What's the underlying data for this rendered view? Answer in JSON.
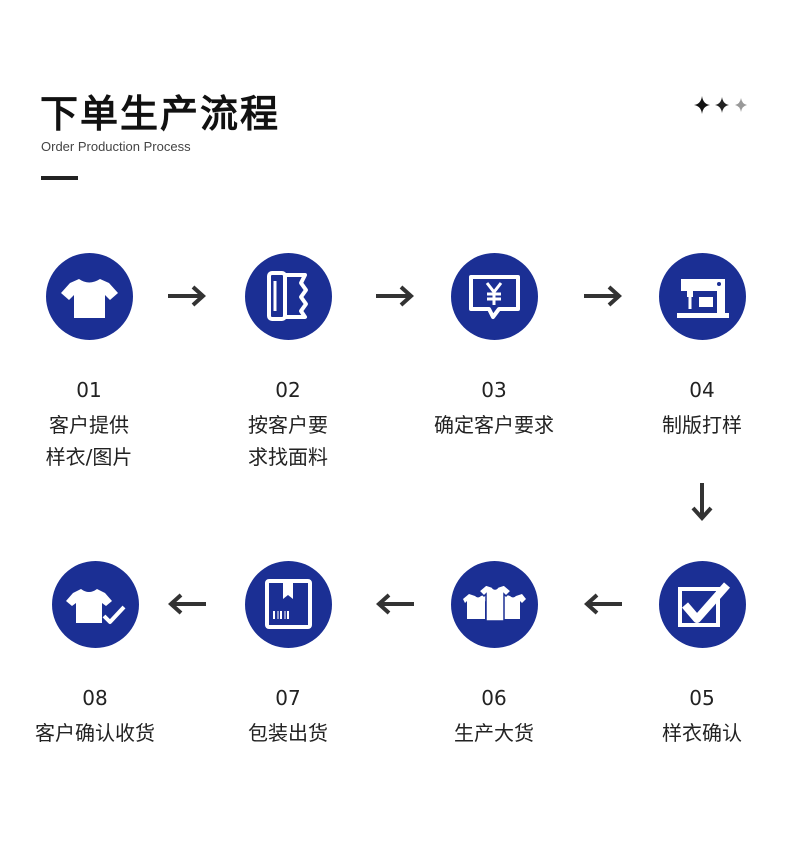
{
  "header": {
    "title": "下单生产流程",
    "subtitle": "Order Production Process"
  },
  "colors": {
    "accent": "#1b2f94",
    "arrow": "#333333"
  },
  "steps": [
    {
      "number": "01",
      "lines": [
        "客户提供",
        "样衣/图片"
      ],
      "icon": "tshirt-icon"
    },
    {
      "number": "02",
      "lines": [
        "按客户要",
        "求找面料"
      ],
      "icon": "fabric-roll-icon"
    },
    {
      "number": "03",
      "lines": [
        "确定客户要求"
      ],
      "icon": "price-chat-icon"
    },
    {
      "number": "04",
      "lines": [
        "制版打样"
      ],
      "icon": "sewing-machine-icon"
    },
    {
      "number": "05",
      "lines": [
        "样衣确认"
      ],
      "icon": "checkbox-icon"
    },
    {
      "number": "06",
      "lines": [
        "生产大货"
      ],
      "icon": "tshirts-stack-icon"
    },
    {
      "number": "07",
      "lines": [
        "包装出货"
      ],
      "icon": "package-box-icon"
    },
    {
      "number": "08",
      "lines": [
        "客户确认收货"
      ],
      "icon": "tshirt-check-icon"
    }
  ]
}
